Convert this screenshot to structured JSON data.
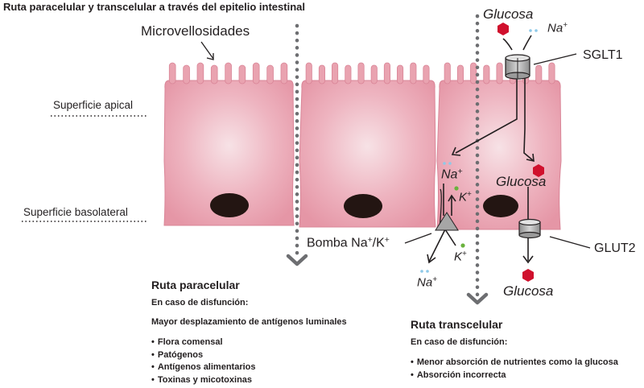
{
  "title": "Ruta paracelular y transcelular a través del epitelio intestinal",
  "labels": {
    "microvellosidades": "Microvellosidades",
    "superficie_apical": "Superficie apical",
    "superficie_basolateral": "Superficie basolateral",
    "glucosa_top": "Glucosa",
    "na_top": "Na",
    "sglt1": "SGLT1",
    "na_mid": "Na",
    "glucosa_mid": "Glucosa",
    "k_top": "K",
    "bomba": "Bomba Na",
    "bomba_sep": "/K",
    "k_bot": "K",
    "glut2": "GLUT2",
    "na_bot": "Na",
    "glucosa_bot": "Glucosa",
    "plus": "+"
  },
  "paracelular": {
    "heading": "Ruta paracelular",
    "subheading": "En caso de disfunción:",
    "effect": "Mayor desplazamiento de antígenos luminales",
    "items": [
      "Flora comensal",
      "Patógenos",
      "Antígenos alimentarios",
      "Toxinas y micotoxinas"
    ]
  },
  "transcelular": {
    "heading": "Ruta transcelular",
    "subheading": "En caso de disfunción:",
    "items": [
      "Menor absorción de nutrientes como la glucosa",
      "Absorción incorrecta"
    ]
  },
  "colors": {
    "cell_fill": "#e9a3b0",
    "cell_highlight": "#f5dbe0",
    "nucleus": "#231512",
    "glucose": "#d0102d",
    "sodium": "#8ec9e8",
    "potassium": "#6ab23d",
    "transporter": "#b8b8b8",
    "route_dots": "#6d6e71"
  }
}
